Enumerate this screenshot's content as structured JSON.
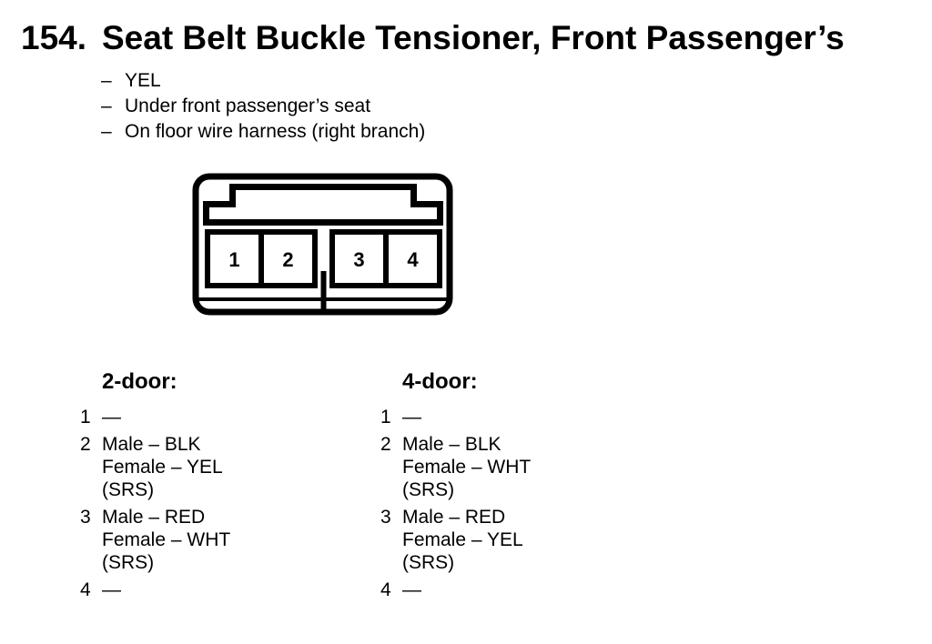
{
  "header": {
    "item_number": "154.",
    "title": "Seat Belt Buckle Tensioner, Front Passenger’s"
  },
  "notes": [
    {
      "dash": "–",
      "text": "YEL"
    },
    {
      "dash": "–",
      "text": "Under front passenger’s seat"
    },
    {
      "dash": "–",
      "text": "On floor wire harness (right branch)"
    }
  ],
  "connector": {
    "description": "4-cavity connector, front view",
    "pins": [
      "1",
      "2",
      "3",
      "4"
    ]
  },
  "variants": [
    {
      "label": "2-door:",
      "rows": [
        {
          "num": "1",
          "lines": [
            "—"
          ]
        },
        {
          "num": "2",
          "lines": [
            "Male – BLK",
            "Female – YEL",
            "(SRS)"
          ]
        },
        {
          "num": "3",
          "lines": [
            "Male – RED",
            "Female – WHT",
            "(SRS)"
          ]
        },
        {
          "num": "4",
          "lines": [
            "—"
          ]
        }
      ]
    },
    {
      "label": "4-door:",
      "rows": [
        {
          "num": "1",
          "lines": [
            "—"
          ]
        },
        {
          "num": "2",
          "lines": [
            "Male – BLK",
            "Female – WHT",
            "(SRS)"
          ]
        },
        {
          "num": "3",
          "lines": [
            "Male – RED",
            "Female – YEL",
            "(SRS)"
          ]
        },
        {
          "num": "4",
          "lines": [
            "—"
          ]
        }
      ]
    }
  ],
  "colors": {
    "ink": "#000000",
    "paper": "#ffffff"
  }
}
